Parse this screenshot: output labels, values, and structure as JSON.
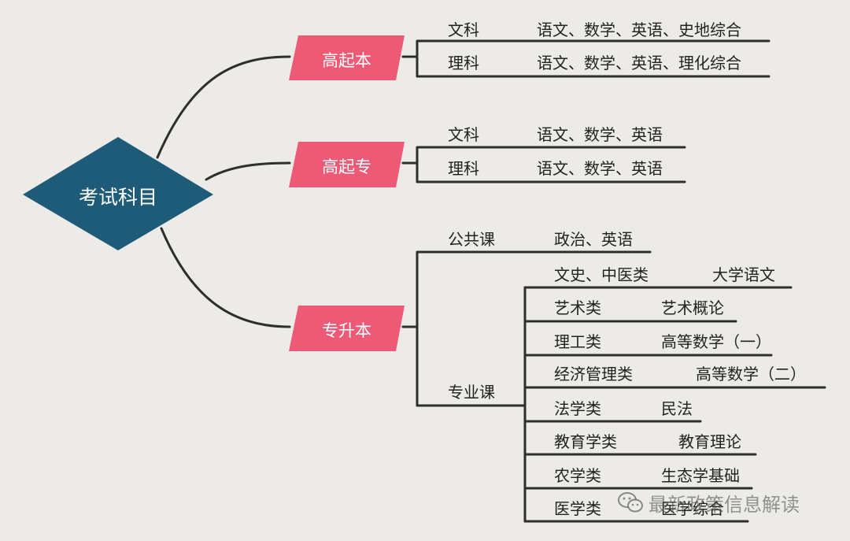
{
  "colors": {
    "background": "#ecebe7",
    "root_fill": "#1d5b79",
    "level_fill": "#ec5a76",
    "line": "#2e2e2e"
  },
  "root": {
    "label": "考试科目"
  },
  "gqb": {
    "label": "高起本",
    "rows": [
      {
        "category": "文科",
        "subjects": "语文、数学、英语、史地综合"
      },
      {
        "category": "理科",
        "subjects": "语文、数学、英语、理化综合"
      }
    ]
  },
  "gqz": {
    "label": "高起专",
    "rows": [
      {
        "category": "文科",
        "subjects": "语文、数学、英语"
      },
      {
        "category": "理科",
        "subjects": "语文、数学、英语"
      }
    ]
  },
  "zsb": {
    "label": "专升本",
    "public": {
      "label": "公共课",
      "subjects": "政治、英语"
    },
    "major": {
      "label": "专业课",
      "rows": [
        {
          "category": "文史、中医类",
          "subject": "大学语文"
        },
        {
          "category": "艺术类",
          "subject": "艺术概论"
        },
        {
          "category": "理工类",
          "subject": "高等数学（一）"
        },
        {
          "category": "经济管理类",
          "subject": "高等数学（二）"
        },
        {
          "category": "法学类",
          "subject": "民法"
        },
        {
          "category": "教育学类",
          "subject": "教育理论"
        },
        {
          "category": "农学类",
          "subject": "生态学基础"
        },
        {
          "category": "医学类",
          "subject": "医学综合"
        }
      ]
    }
  },
  "watermark": {
    "text": "最新政策信息解读",
    "icon": "wechat-icon"
  }
}
